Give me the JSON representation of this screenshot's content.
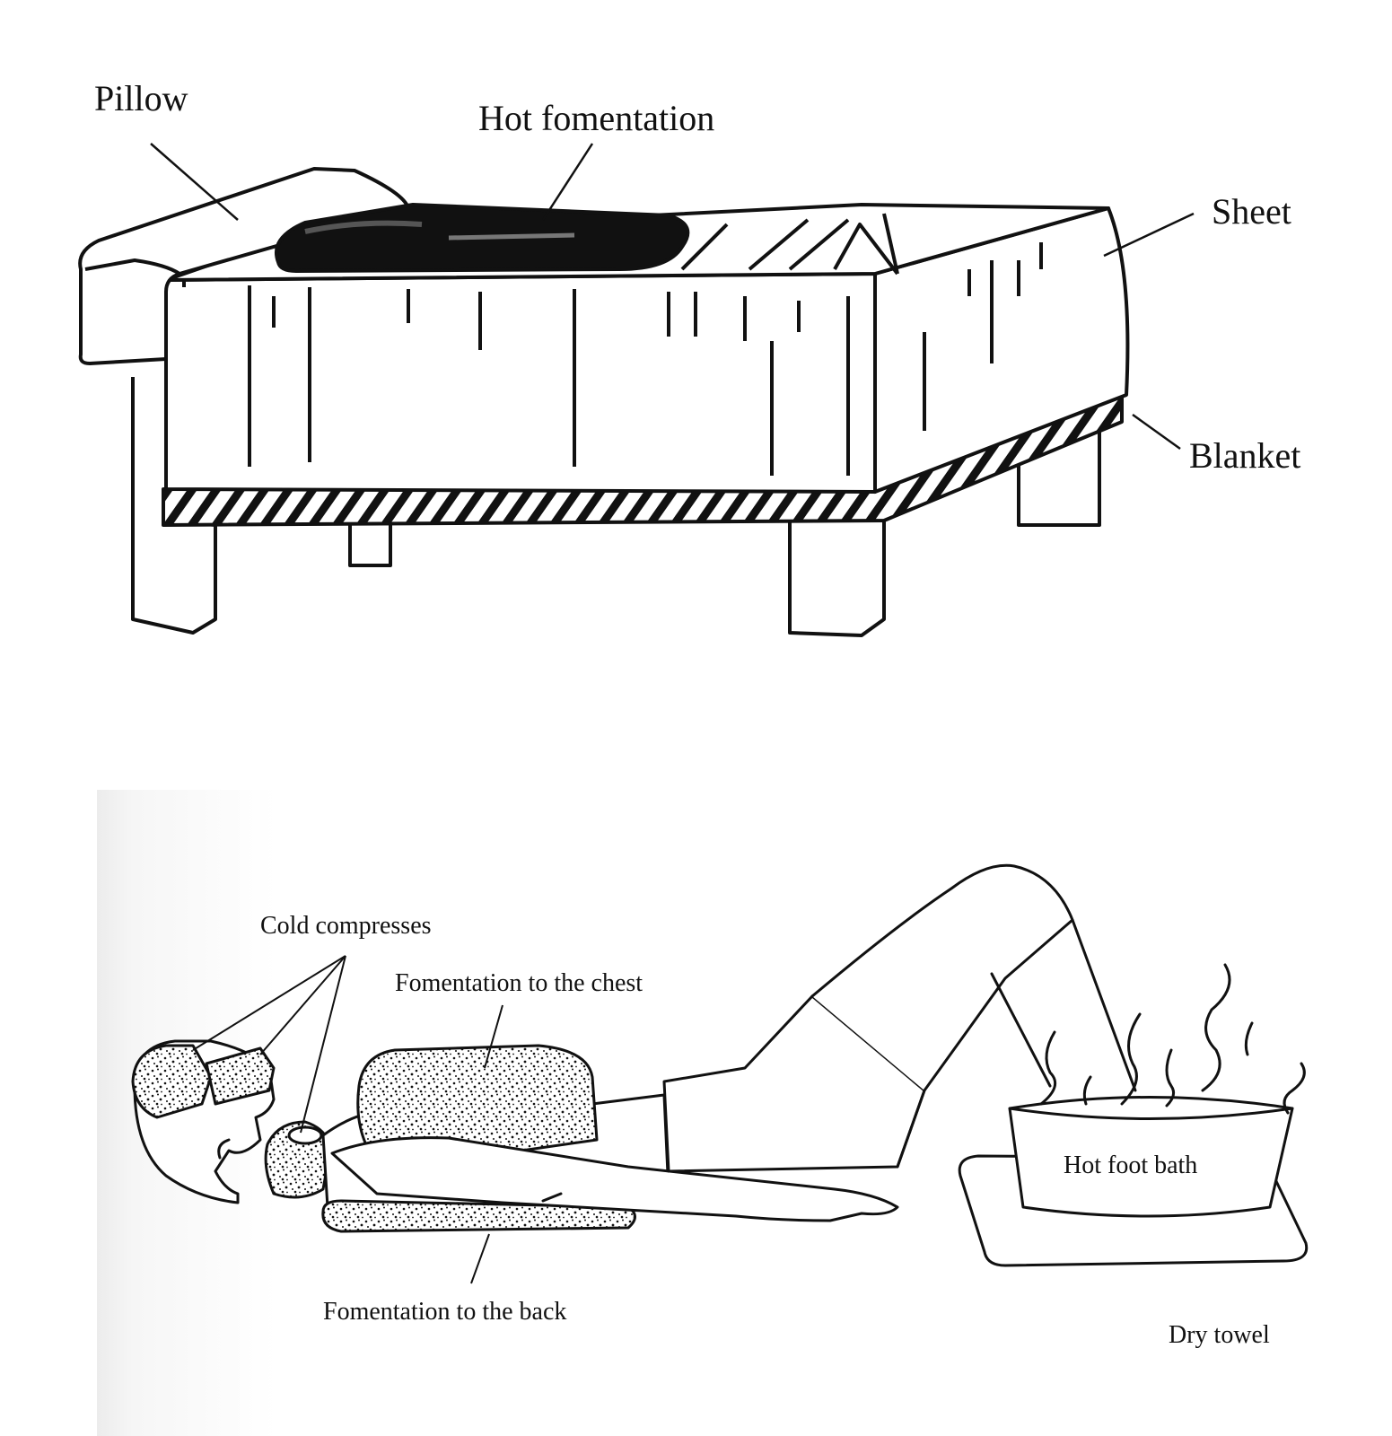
{
  "figure_top": {
    "labels": {
      "pillow": "Pillow",
      "hot_fomentation": "Hot fomentation",
      "sheet": "Sheet",
      "blanket": "Blanket"
    }
  },
  "figure_bottom": {
    "labels": {
      "cold_compresses": "Cold compresses",
      "fomentation_chest": "Fomentation to the chest",
      "fomentation_back": "Fomentation to the back",
      "hot_foot_bath": "Hot foot bath",
      "dry_towel": "Dry towel"
    }
  },
  "colors": {
    "ink": "#111111",
    "paper": "#ffffff"
  }
}
